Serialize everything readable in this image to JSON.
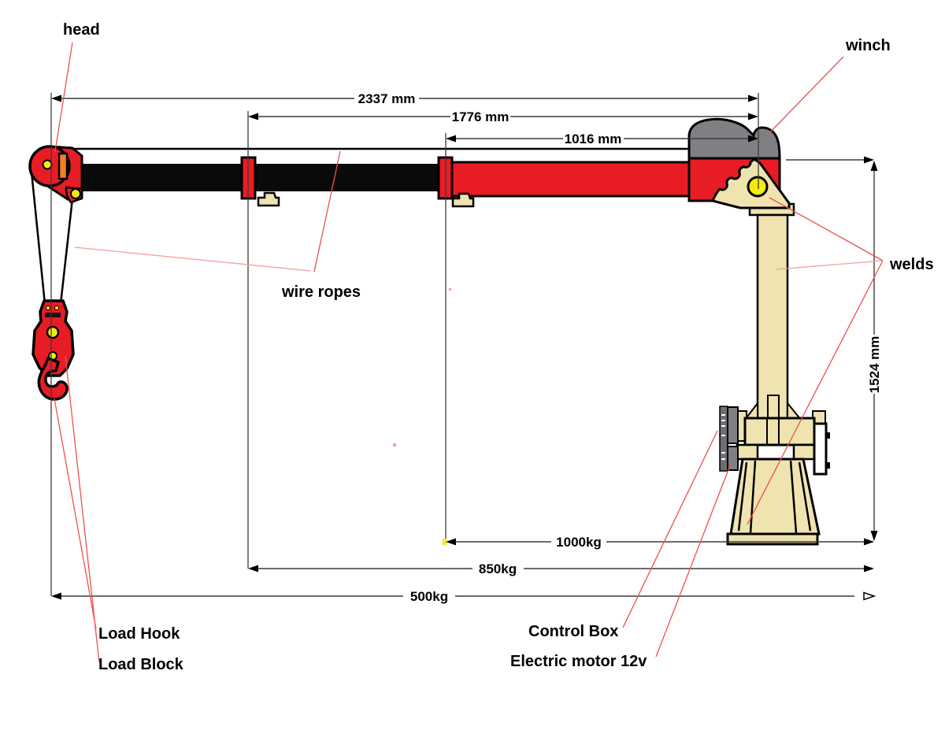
{
  "labels": {
    "head": "head",
    "winch": "winch",
    "wire_ropes": "wire ropes",
    "welds": "welds",
    "load_hook": "Load Hook",
    "load_block": "Load Block",
    "control_box": "Control Box",
    "electric_motor": "Electric motor 12v"
  },
  "dimensions": {
    "boom_reach_full": "2337 mm",
    "boom_reach_mid": "1776 mm",
    "boom_reach_short": "1016 mm",
    "mast_height": "1524 mm",
    "capacity_short": "1000kg",
    "capacity_mid": "850kg",
    "capacity_full": "500kg"
  },
  "colors": {
    "red": "#e81c25",
    "tan": "#efe3b0",
    "gray": "#7f8084",
    "dark_gray": "#6d6f71",
    "yellow": "#f6eb0e",
    "orange": "#ef8123",
    "boom_black": "#0a0a0a",
    "slot_dark": "#141414",
    "white": "#ffffff",
    "leader": "#ee4f4f",
    "leader_light": "#f59f9f",
    "dim_line": "#3c3c3c",
    "line_black": "#000000"
  }
}
